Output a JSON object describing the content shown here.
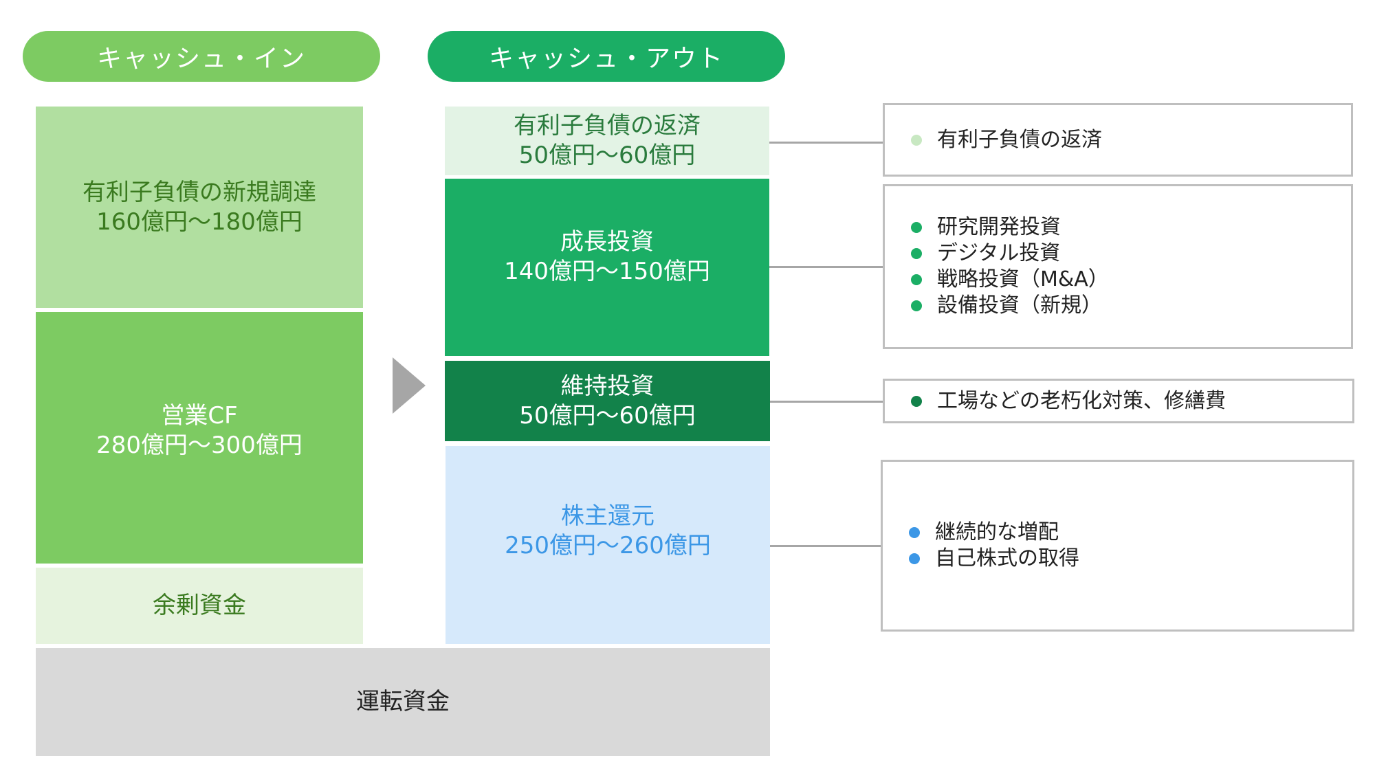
{
  "headers": {
    "cash_in": "キャッシュ・イン",
    "cash_out": "キャッシュ・アウト"
  },
  "cash_in": {
    "debt_financing": {
      "label": "有利子負債の新規調達",
      "amount": "160億円～180億円"
    },
    "operating_cf": {
      "label": "営業CF",
      "amount": "280億円～300億円"
    },
    "surplus_funds": {
      "label": "余剰資金"
    }
  },
  "cash_out": {
    "debt_repayment": {
      "label": "有利子負債の返済",
      "amount": "50億円～60億円"
    },
    "growth_investment": {
      "label": "成長投資",
      "amount": "140億円～150億円"
    },
    "maintenance_investment": {
      "label": "維持投資",
      "amount": "50億円～60億円"
    },
    "shareholder_returns": {
      "label": "株主還元",
      "amount": "250億円～260億円"
    }
  },
  "working_capital": {
    "label": "運転資金"
  },
  "details": {
    "debt_repayment": [
      "有利子負債の返済"
    ],
    "growth_investment": [
      "研究開発投資",
      "デジタル投資",
      "戦略投資（M&A）",
      "設備投資（新規）"
    ],
    "maintenance_investment": [
      "工場などの老朽化対策、修繕費"
    ],
    "shareholder_returns": [
      "継続的な増配",
      "自己株式の取得"
    ]
  },
  "colors": {
    "pill_in": "#7dcb62",
    "pill_out": "#1bae65",
    "debt_financing_bg": "#b1dfa0",
    "debt_financing_text": "#3a7a1f",
    "operating_cf_bg": "#7dcb62",
    "surplus_bg": "#e6f3de",
    "surplus_text": "#3a7a1f",
    "debt_repayment_bg": "#e3f3e5",
    "debt_repayment_text": "#2a7b3d",
    "growth_bg": "#1bae65",
    "maintenance_bg": "#12824a",
    "shareholder_bg": "#d6e9fb",
    "shareholder_text": "#3c97e6",
    "working_capital_bg": "#d9d9d9",
    "working_capital_text": "#222222",
    "dot_debt": "#c8e8c2",
    "dot_growth": "#1bae65",
    "dot_maintenance": "#12824a",
    "dot_shareholder": "#3c97e6"
  }
}
